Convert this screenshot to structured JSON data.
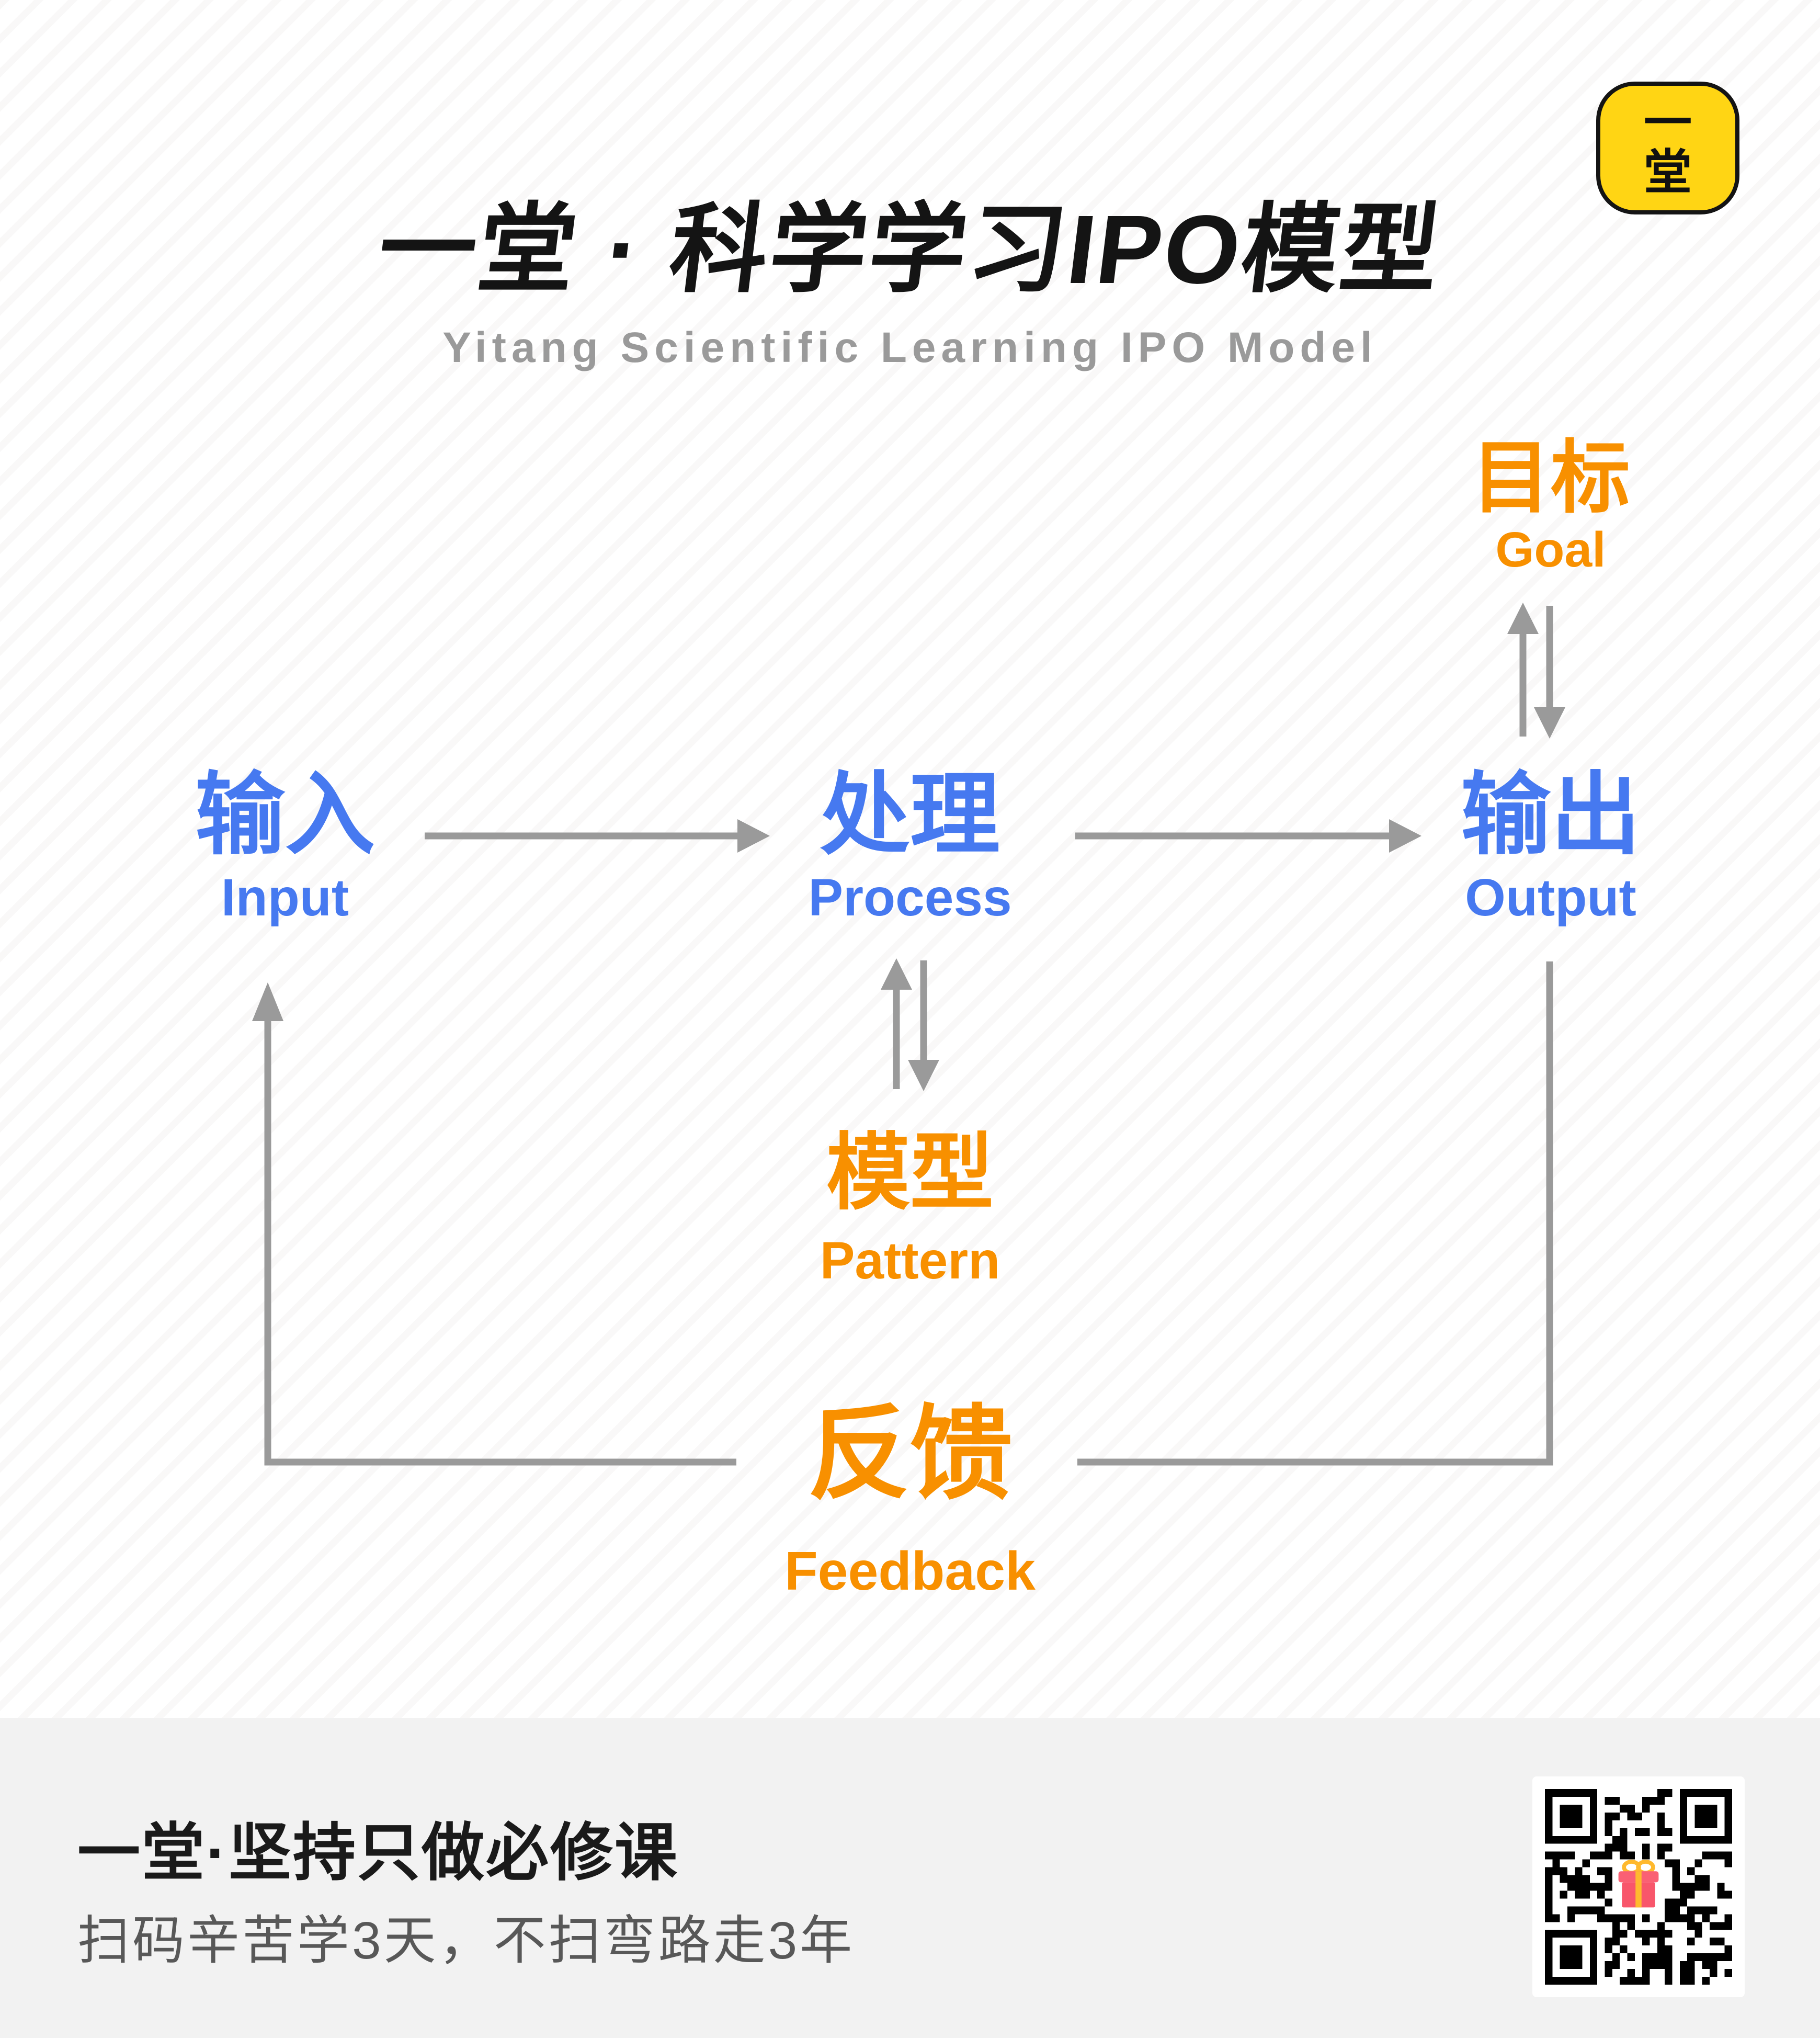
{
  "header": {
    "title": "一堂 · 科学学习IPO模型",
    "subtitle": "Yitang Scientific Learning IPO Model"
  },
  "logo": {
    "line1": "一",
    "line2": "堂"
  },
  "nodes": {
    "goal": {
      "zh": "目标",
      "en": "Goal"
    },
    "input": {
      "zh": "输入",
      "en": "Input"
    },
    "process": {
      "zh": "处理",
      "en": "Process"
    },
    "output": {
      "zh": "输出",
      "en": "Output"
    },
    "pattern": {
      "zh": "模型",
      "en": "Pattern"
    },
    "feedback": {
      "zh": "反馈",
      "en": "Feedback"
    }
  },
  "edges": [
    {
      "from": "input",
      "to": "process",
      "type": "arrow-right"
    },
    {
      "from": "process",
      "to": "output",
      "type": "arrow-right"
    },
    {
      "from": "output",
      "to": "goal",
      "type": "double-vertical-arrow"
    },
    {
      "from": "process",
      "to": "pattern",
      "type": "double-vertical-arrow"
    },
    {
      "from": "output",
      "to": "feedback",
      "type": "elbow-line"
    },
    {
      "from": "feedback",
      "to": "input",
      "type": "elbow-arrow-up"
    }
  ],
  "footer": {
    "headline": "一堂·坚持只做必修课",
    "subline": "扫码辛苦学3天，不扫弯路走3年",
    "qr_center_icon": "gift-icon"
  },
  "colors": {
    "accent_blue": "#4679F0",
    "accent_orange": "#F89000",
    "arrow_gray": "#9A9A9A",
    "title_black": "#141414",
    "subtitle_gray": "#9A9A9A",
    "logo_yellow": "#FFD514",
    "footer_bg": "#F2F2F2",
    "gift_pink": "#F8566B",
    "gift_yellow": "#FFB92E"
  }
}
